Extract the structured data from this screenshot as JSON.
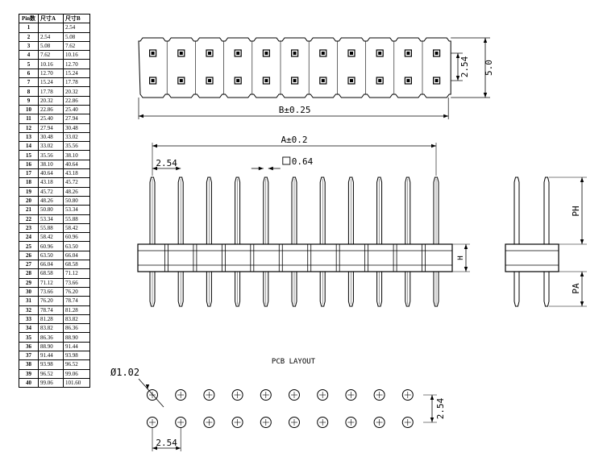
{
  "table": {
    "headers": [
      "Pin数",
      "尺寸A",
      "尺寸B"
    ],
    "rows": [
      [
        "1",
        "",
        "2.54"
      ],
      [
        "2",
        "2.54",
        "5.08"
      ],
      [
        "3",
        "5.08",
        "7.62"
      ],
      [
        "4",
        "7.62",
        "10.16"
      ],
      [
        "5",
        "10.16",
        "12.70"
      ],
      [
        "6",
        "12.70",
        "15.24"
      ],
      [
        "7",
        "15.24",
        "17.78"
      ],
      [
        "8",
        "17.78",
        "20.32"
      ],
      [
        "9",
        "20.32",
        "22.86"
      ],
      [
        "10",
        "22.86",
        "25.40"
      ],
      [
        "11",
        "25.40",
        "27.94"
      ],
      [
        "12",
        "27.94",
        "30.48"
      ],
      [
        "13",
        "30.48",
        "33.02"
      ],
      [
        "14",
        "33.02",
        "35.56"
      ],
      [
        "15",
        "35.56",
        "38.10"
      ],
      [
        "16",
        "38.10",
        "40.64"
      ],
      [
        "17",
        "40.64",
        "43.18"
      ],
      [
        "18",
        "43.18",
        "45.72"
      ],
      [
        "19",
        "45.72",
        "48.26"
      ],
      [
        "20",
        "48.26",
        "50.80"
      ],
      [
        "21",
        "50.80",
        "53.34"
      ],
      [
        "22",
        "53.34",
        "55.88"
      ],
      [
        "23",
        "55.88",
        "58.42"
      ],
      [
        "24",
        "58.42",
        "60.96"
      ],
      [
        "25",
        "60.96",
        "63.50"
      ],
      [
        "26",
        "63.50",
        "66.04"
      ],
      [
        "27",
        "66.04",
        "68.58"
      ],
      [
        "28",
        "68.58",
        "71.12"
      ],
      [
        "29",
        "71.12",
        "73.66"
      ],
      [
        "30",
        "73.66",
        "76.20"
      ],
      [
        "31",
        "76.20",
        "78.74"
      ],
      [
        "32",
        "78.74",
        "81.28"
      ],
      [
        "33",
        "81.28",
        "83.82"
      ],
      [
        "34",
        "83.82",
        "86.36"
      ],
      [
        "35",
        "86.36",
        "88.90"
      ],
      [
        "36",
        "88.90",
        "91.44"
      ],
      [
        "37",
        "91.44",
        "93.98"
      ],
      [
        "38",
        "93.98",
        "96.52"
      ],
      [
        "39",
        "96.52",
        "99.06"
      ],
      [
        "40",
        "99.06",
        "101.60"
      ]
    ]
  },
  "top_view": {
    "pins_per_row": 11,
    "rows": 2,
    "dim_b": "B±0.25",
    "dim_pitch": "2.54",
    "dim_width": "5.0"
  },
  "front_view": {
    "pins": 11,
    "dim_a": "A±0.2",
    "dim_pitch": "2.54",
    "dim_pin_square": "0.64",
    "dim_h": "H"
  },
  "side_view": {
    "dim_ph": "PH",
    "dim_pa": "PA"
  },
  "pcb_layout": {
    "title": "PCB LAYOUT",
    "holes_per_row": 10,
    "rows": 2,
    "dim_hole": "Ø1.02",
    "dim_pitch_h": "2.54",
    "dim_pitch_v": "2.54"
  }
}
